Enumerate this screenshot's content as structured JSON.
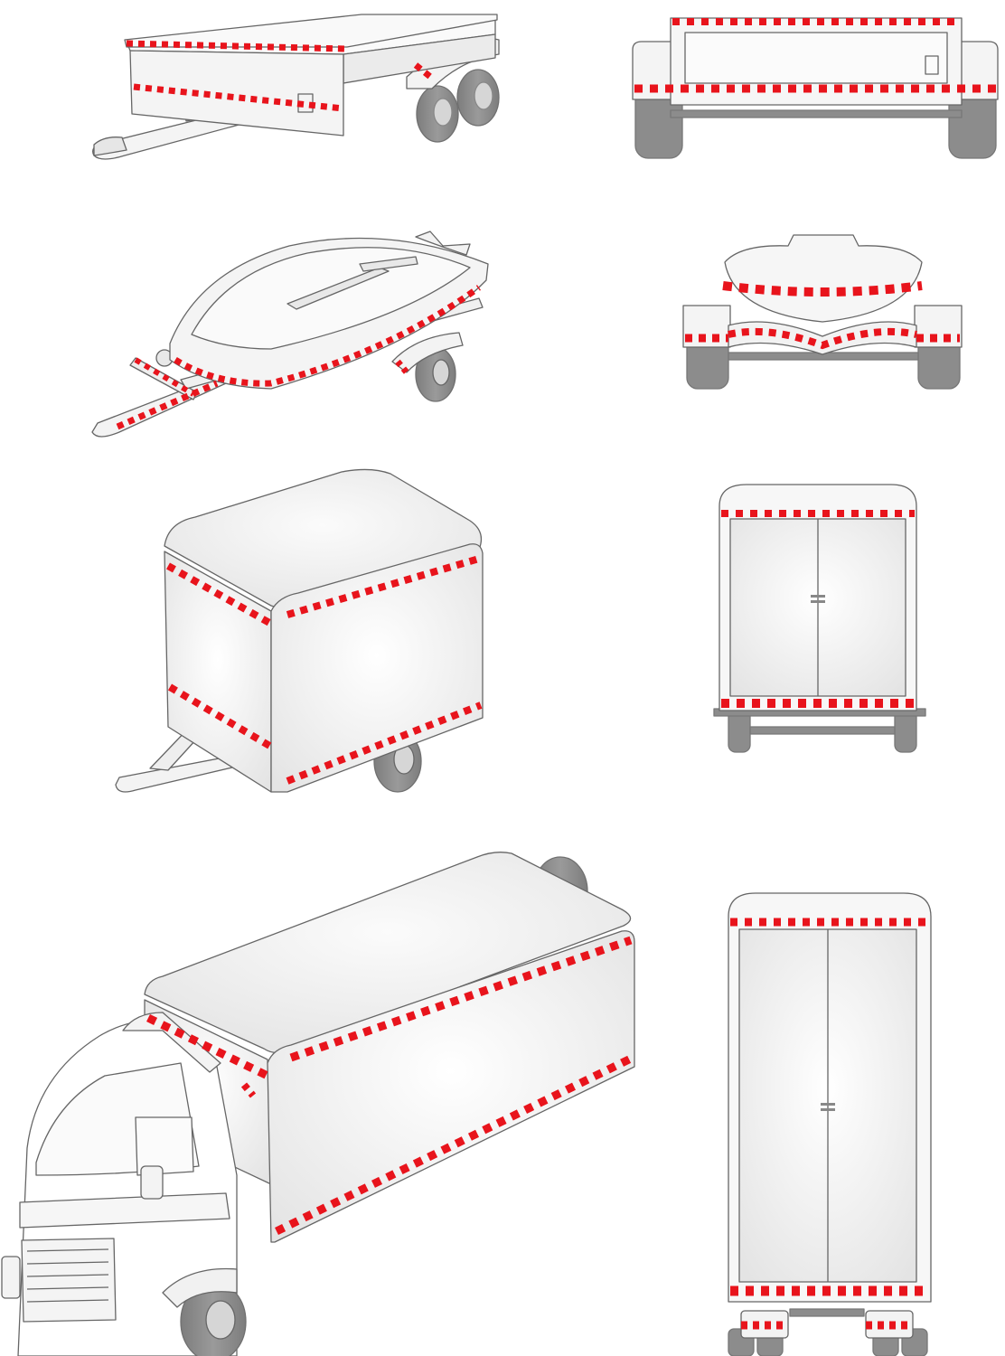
{
  "colors": {
    "tape_red": "#e8141c",
    "tape_white": "#ffffff",
    "outline": "#666666",
    "body_fill": "#f1f1f1",
    "body_light": "#f8f8f8",
    "wheel": "#8c8c8c",
    "wheel_dark": "#7a7a7a",
    "hub": "#d6d6d6",
    "background": "#ffffff"
  },
  "illustrations": [
    {
      "id": "flatbed-trailer-iso",
      "icon": "flatbed-trailer-icon"
    },
    {
      "id": "flatbed-trailer-rear",
      "icon": "flatbed-trailer-rear-icon"
    },
    {
      "id": "boat-trailer-iso",
      "icon": "boat-trailer-icon"
    },
    {
      "id": "boat-trailer-rear",
      "icon": "boat-trailer-rear-icon"
    },
    {
      "id": "box-trailer-iso",
      "icon": "box-trailer-icon"
    },
    {
      "id": "box-trailer-rear",
      "icon": "box-trailer-rear-icon"
    },
    {
      "id": "box-truck-iso",
      "icon": "box-truck-icon"
    },
    {
      "id": "box-truck-rear",
      "icon": "box-truck-rear-icon"
    }
  ]
}
